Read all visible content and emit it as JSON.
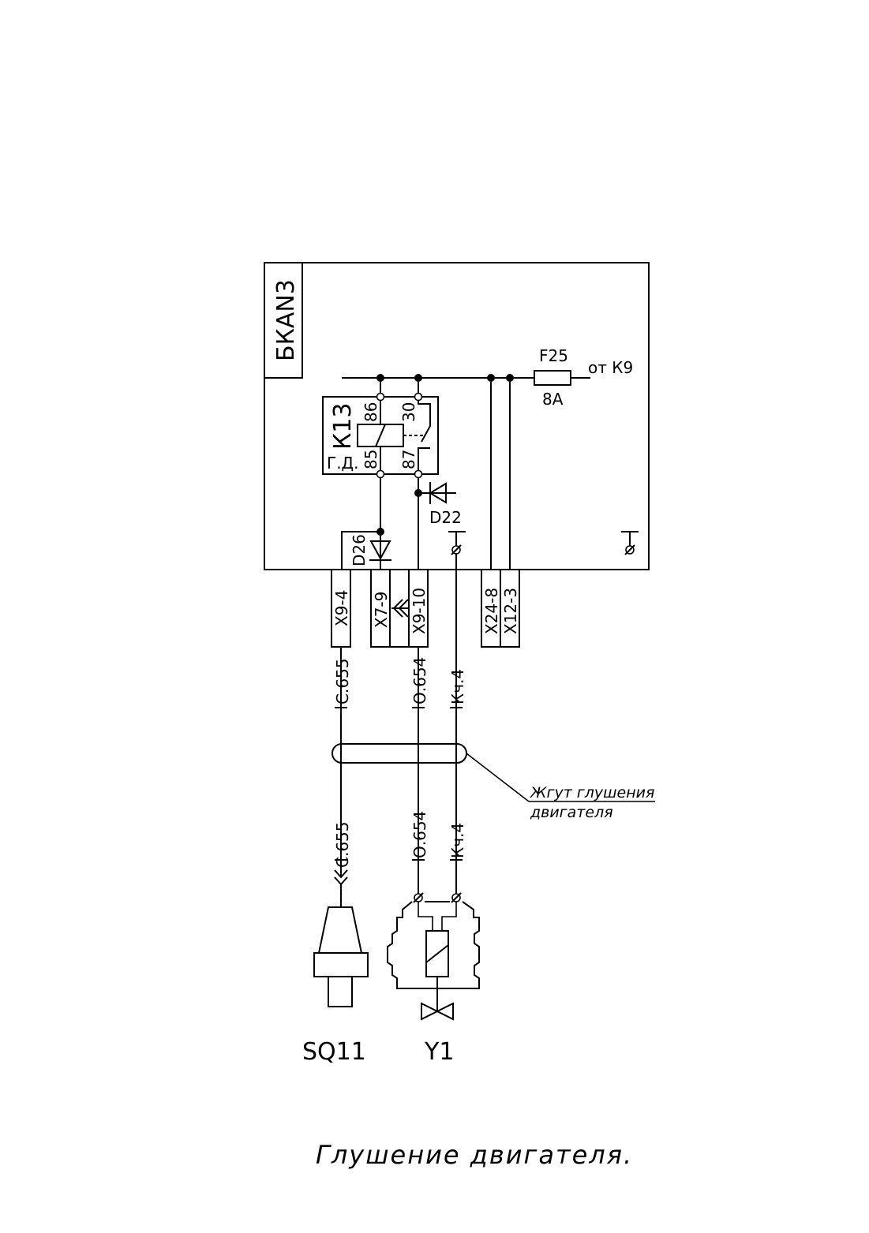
{
  "block": {
    "name": "БКАN3"
  },
  "fuse": {
    "ref": "F25",
    "rating": "8A",
    "source": "от К9"
  },
  "relay": {
    "ref": "К13",
    "function": "Г.Д.",
    "pins": {
      "p86": "86",
      "p85": "85",
      "p30": "30",
      "p87": "87"
    }
  },
  "diodes": {
    "d22": "D22",
    "d26": "D26"
  },
  "connectors": {
    "x9_4": "X9-4",
    "x7_9": "X7-9",
    "x9_10": "X9-10",
    "x24_8": "X24-8",
    "x12_3": "X12-3"
  },
  "wires": {
    "c655_top": "С.655",
    "o654_top": "О.654",
    "kch4_top": "Кч.4",
    "c655_bottom": "С.655",
    "o654_bottom": "О.654",
    "kch4_bottom": "Кч.4"
  },
  "harness": {
    "line1": "Жгут глушения",
    "line2": "двигателя"
  },
  "components": {
    "sensor": "SQ11",
    "valve": "Y1"
  },
  "caption": "Глушение двигателя."
}
